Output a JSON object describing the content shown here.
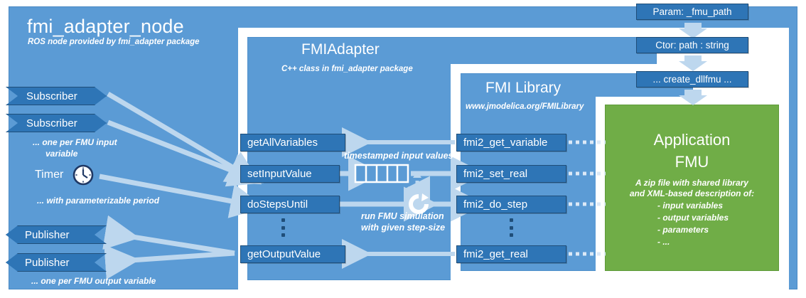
{
  "node": {
    "title": "fmi_adapter_node",
    "subtitle": "ROS node provided by fmi_adapter package",
    "subscribers": [
      {
        "label": "Subscriber"
      },
      {
        "label": "Subscriber"
      }
    ],
    "subscriber_note": "... one per FMU input\n    variable",
    "subscriber_note_line1": "... one per FMU input",
    "subscriber_note_line2": "variable",
    "timer": {
      "label": "Timer",
      "icon": "clock-icon",
      "note": "... with parameterizable period"
    },
    "publishers": [
      {
        "label": "Publisher"
      },
      {
        "label": "Publisher"
      }
    ],
    "publisher_note": "... one per FMU output variable"
  },
  "adapter": {
    "title": "FMIAdapter",
    "subtitle": "C++ class in fmi_adapter package",
    "methods": [
      {
        "label": "getAllVariables"
      },
      {
        "label": "setInputValue"
      },
      {
        "label": "doStepsUntil"
      },
      {
        "label": "getOutputValue"
      }
    ],
    "ellipsis": "⋮",
    "annotations": {
      "buffer": "timestamped input values",
      "loop_line1": "run FMU simulation",
      "loop_line2": "with given step-size"
    },
    "buffer_cells": 5
  },
  "fmilib": {
    "title": "FMI Library",
    "subtitle": "www.jmodelica.org/FMILibrary",
    "functions": [
      {
        "label": "fmi2_get_variable"
      },
      {
        "label": "fmi2_set_real"
      },
      {
        "label": "fmi2_do_step"
      },
      {
        "label": "fmi2_get_real"
      }
    ],
    "ellipsis": "⋮"
  },
  "fmu": {
    "title_line1": "Application",
    "title_line2": "FMU",
    "desc_line1": "A zip file with shared library",
    "desc_line2": "and XML-based description of:",
    "items": [
      "- input variables",
      "- output variables",
      "- parameters",
      "- ..."
    ]
  },
  "param_chain": [
    {
      "label": "Param: _fmu_path"
    },
    {
      "label": "Ctor: path : string"
    },
    {
      "label": "... create_dllfmu ..."
    }
  ],
  "colors": {
    "node_blue": "#5b9bd5",
    "box_blue": "#2e75b6",
    "box_border": "#1f4e79",
    "fmu_green": "#70ad47",
    "arrow_light": "#bdd7ee",
    "white": "#ffffff"
  }
}
